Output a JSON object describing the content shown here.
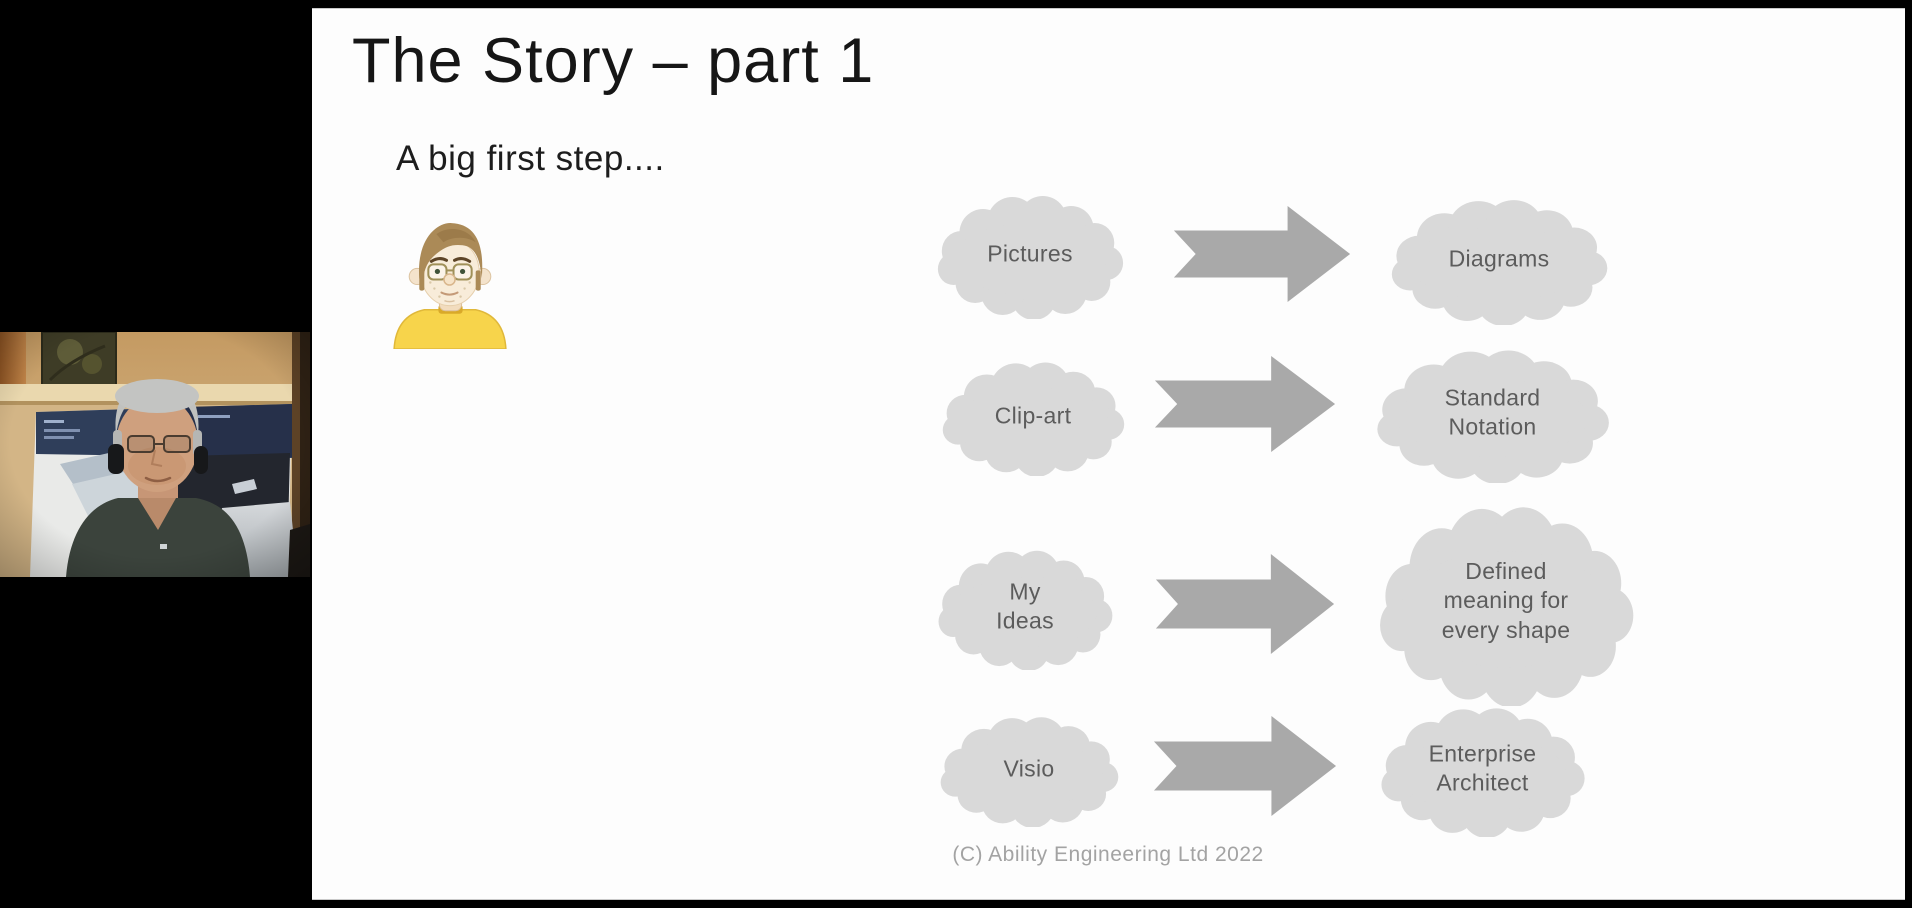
{
  "app": {
    "view": "screen-share-with-webcam",
    "background_color": "#000000"
  },
  "slide": {
    "title": "The Story – part 1",
    "subtitle": "A big first step....",
    "footer": "(C) Ability Engineering Ltd 2022",
    "background_color": "#fdfdfd",
    "title_color": "#161616",
    "footer_color": "#a3a3a3"
  },
  "diagram": {
    "cloud_fill": "#d9d9d9",
    "cloud_text_color": "#5c5c5c",
    "arrow_fill": "#a9a9a9",
    "rows": [
      {
        "left": "Pictures",
        "right": "Diagrams"
      },
      {
        "left": "Clip-art",
        "right": "Standard Notation"
      },
      {
        "left": "My Ideas",
        "right": "Defined meaning for every shape"
      },
      {
        "left": "Visio",
        "right": "Enterprise Architect"
      }
    ]
  },
  "icons": {
    "avatar": "man-with-glasses-clipart-icon",
    "arrow": "right-arrow-icon",
    "cloud": "cloud-shape",
    "webcam": "presenter-webcam-video"
  }
}
